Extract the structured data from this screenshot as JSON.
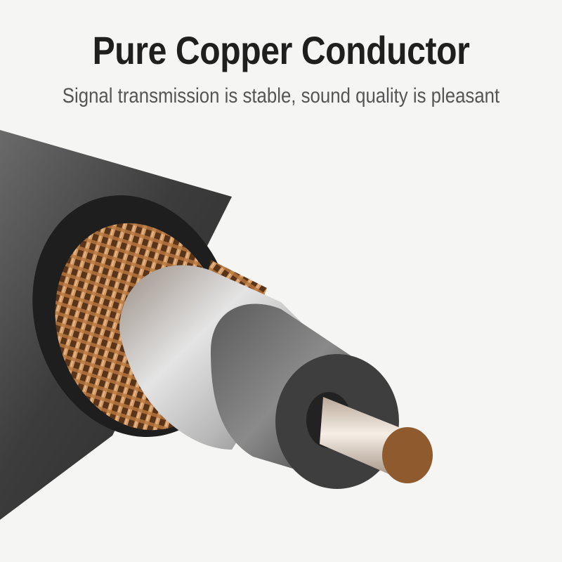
{
  "header": {
    "title": "Pure Copper Conductor",
    "subtitle": "Signal transmission is stable, sound quality is pleasant"
  },
  "illustration": {
    "subject": "coaxial-cable-cross-section",
    "layers": [
      "outer-jacket",
      "copper-braid-shield",
      "aluminum-foil-shield",
      "dielectric-insulator",
      "copper-core"
    ],
    "colors": {
      "background": "#f5f5f4",
      "jacket": "#3a3a3a",
      "braid": "#c98a55",
      "foil": "#c8c8c8",
      "insulator": "#4a4a4a",
      "core_face": "#8e5a2e",
      "core_side": "#e6d6c6"
    }
  }
}
